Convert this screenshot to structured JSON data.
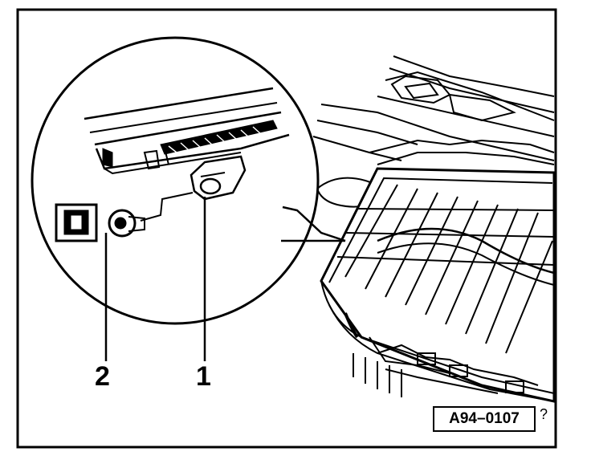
{
  "diagram": {
    "callouts": {
      "one": "1",
      "two": "2"
    },
    "reference_code": "A94–0107",
    "reference_mark": "?"
  },
  "colors": {
    "ink": "#000000",
    "paper": "#ffffff"
  }
}
